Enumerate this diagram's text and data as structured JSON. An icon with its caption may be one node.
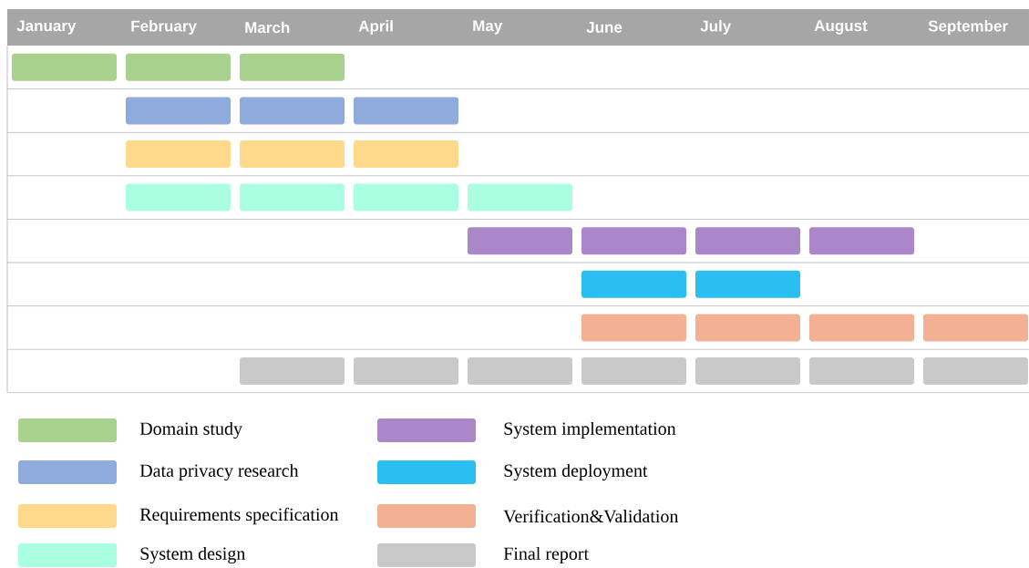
{
  "diagram": {
    "labels": [
      "January",
      "February",
      "March",
      "April",
      "May",
      "June",
      "July",
      "August",
      "September"
    ],
    "legend": [
      {
        "text": "Domain study",
        "color": "#a9d18e"
      },
      {
        "text": "Data privacy research",
        "color": "#8faadc"
      },
      {
        "text": "Requirements specification",
        "color": "#ffd98b"
      },
      {
        "text": "System design",
        "color": "#aaffe0"
      },
      {
        "text": "System implementation",
        "color": "#ab86c8"
      },
      {
        "text": "System deployment",
        "color": "#2bbef0"
      },
      {
        "text": "Verification&Validation",
        "color": "#f4b092"
      },
      {
        "text": "Final report",
        "color": "#c9c9c9"
      }
    ]
  }
}
